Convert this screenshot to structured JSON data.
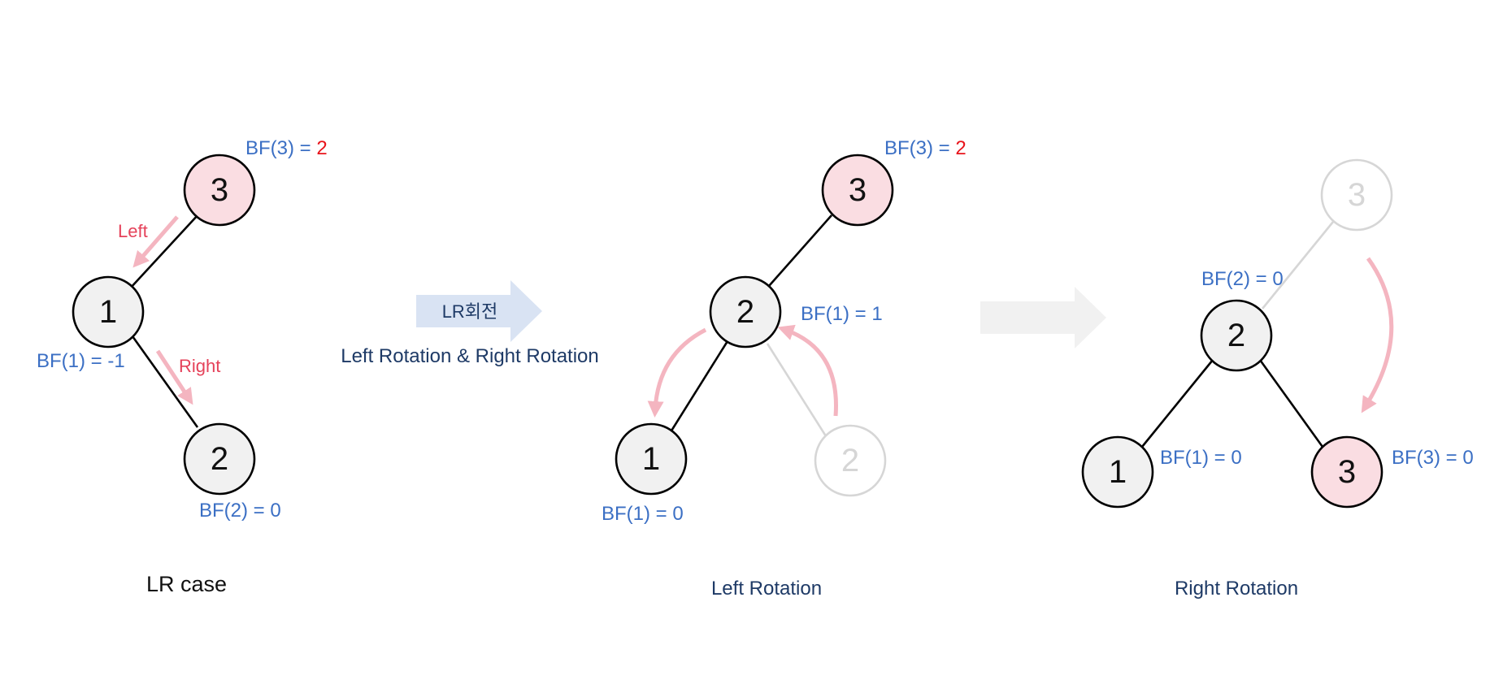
{
  "colors": {
    "node_fill": "#f1f1f1",
    "highlight_fill": "#fadde2",
    "bf_blue": "#3b6fc4",
    "bf_red": "#e8141b",
    "arrow_pink": "#f4b5c0",
    "label_pink": "#e5425a",
    "caption_navy": "#1e3a66",
    "badge_blue": "#d9e3f3",
    "ghost_gray": "#d6d6d6",
    "arrow_gray": "#f1f1f1"
  },
  "panel1": {
    "node_top": "3",
    "node_mid": "1",
    "node_bottom": "2",
    "bf3_prefix": "BF(3) = ",
    "bf3_value": "2",
    "bf1": "BF(1) = -1",
    "bf2": "BF(2) = 0",
    "left_label": "Left",
    "right_label": "Right",
    "caption": "LR case"
  },
  "transition": {
    "badge": "LR회전",
    "description": "Left Rotation & Right Rotation"
  },
  "panel2": {
    "node_top": "3",
    "node_mid": "2",
    "node_left": "1",
    "ghost_node": "2",
    "bf3_prefix": "BF(3) = ",
    "bf3_value": "2",
    "bf1_mid": "BF(1) = 1",
    "bf1_bottom": "BF(1) = 0",
    "caption": "Left Rotation"
  },
  "panel3": {
    "ghost_node": "3",
    "node_root": "2",
    "node_left": "1",
    "node_right": "3",
    "bf2": "BF(2) = 0",
    "bf1": "BF(1) = 0",
    "bf3": "BF(3) = 0",
    "caption": "Right Rotation"
  }
}
